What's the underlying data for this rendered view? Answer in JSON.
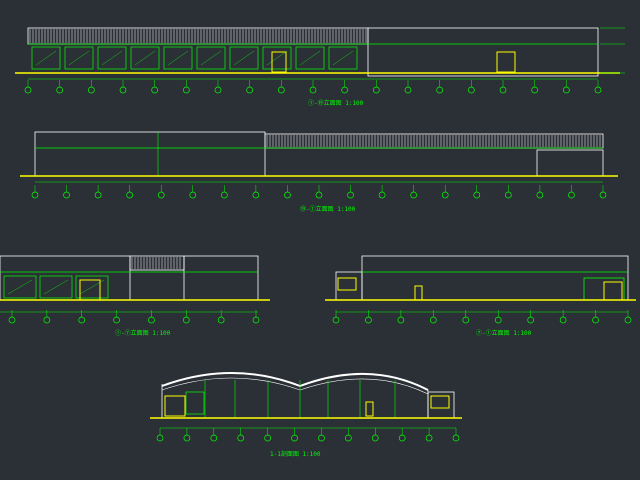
{
  "colors": {
    "background": "#2b2f36",
    "outline": "#ffffff",
    "structure": "#00ff00",
    "ground": "#ffff00",
    "doors": "#ffff00",
    "axis_bubble": "#00ff00",
    "dimension_text": "#c8ffc8"
  },
  "elevations": [
    {
      "id": "elev-1",
      "title": "①-⑲立面图 1:100",
      "axis_count": 19
    },
    {
      "id": "elev-2",
      "title": "⑲-①立面图 1:100",
      "axis_count": 19
    },
    {
      "id": "elev-3",
      "title": "①-⑦立面图 1:100",
      "axis_count": 8
    },
    {
      "id": "elev-4",
      "title": "⑦-①立面图 1:100",
      "axis_count": 10
    },
    {
      "id": "elev-5",
      "title": "1-1剖面图 1:100",
      "axis_count": 12
    }
  ]
}
